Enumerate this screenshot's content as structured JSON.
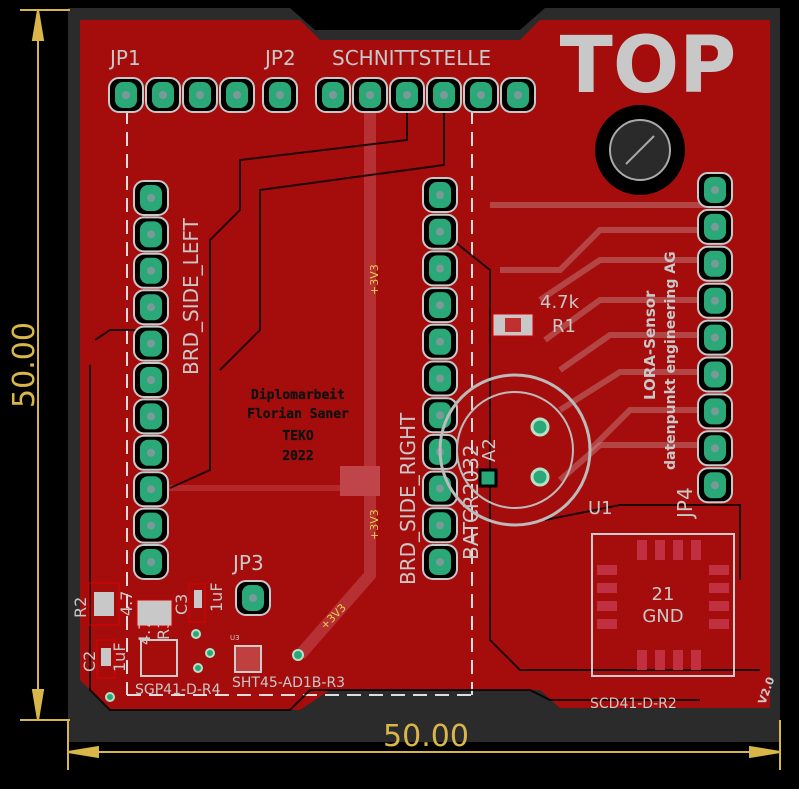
{
  "board": {
    "top_label": "TOP",
    "dimension_width": "50.00",
    "dimension_height": "50.00",
    "thesis_text": [
      "Diplomarbeit",
      "Florian Saner",
      "TEKO",
      "2022"
    ],
    "side_text": [
      "LORA-Sensor",
      "datenpunkt engineering AG"
    ],
    "version": "V2.0",
    "colors": {
      "copper": "#a50d0d",
      "background": "#000000",
      "pad": "#2aa878",
      "silk": "#c8c8c8",
      "dimension": "#d9b64a"
    }
  },
  "labels": {
    "jp1": "JP1",
    "jp2": "JP2",
    "jp3": "JP3",
    "jp4": "JP4",
    "schnittstelle": "SCHNITTSTELLE",
    "brd_left": "BRD_SIDE_LEFT",
    "brd_right": "BRD_SIDE_RIGHT",
    "r1": "R1",
    "r1_value": "4.7k",
    "r2": "R2",
    "r2_value": "4.7",
    "r3": "R3",
    "r3_value": "4.7k",
    "c2": "C2",
    "c2_value": "1uF",
    "c3": "C3",
    "c3_value": "1uF",
    "a2": "A2",
    "a2_part": "BATCR2032",
    "u1": "U1",
    "u1_part": "SCD41-D-R2",
    "u1_pad": "21",
    "u1_net": "GND",
    "u2_part": "SGP41-D-R4",
    "u3": "U3",
    "u3_part": "SHT45-AD1B-R3",
    "net_3v3": "+3V3"
  }
}
